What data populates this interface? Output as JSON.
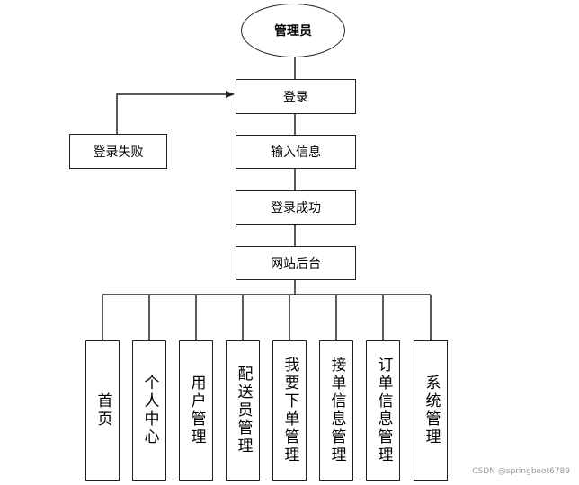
{
  "diagram": {
    "root": "管理员",
    "login": "登录",
    "login_failed": "登录失败",
    "input_info": "输入信息",
    "login_success": "登录成功",
    "backend": "网站后台",
    "modules": [
      "首页",
      "个人中心",
      "用户管理",
      "配送员管理",
      "我要下单管理",
      "接单信息管理",
      "订单信息管理",
      "系统管理"
    ]
  },
  "watermark": "CSDN @springboot6789"
}
